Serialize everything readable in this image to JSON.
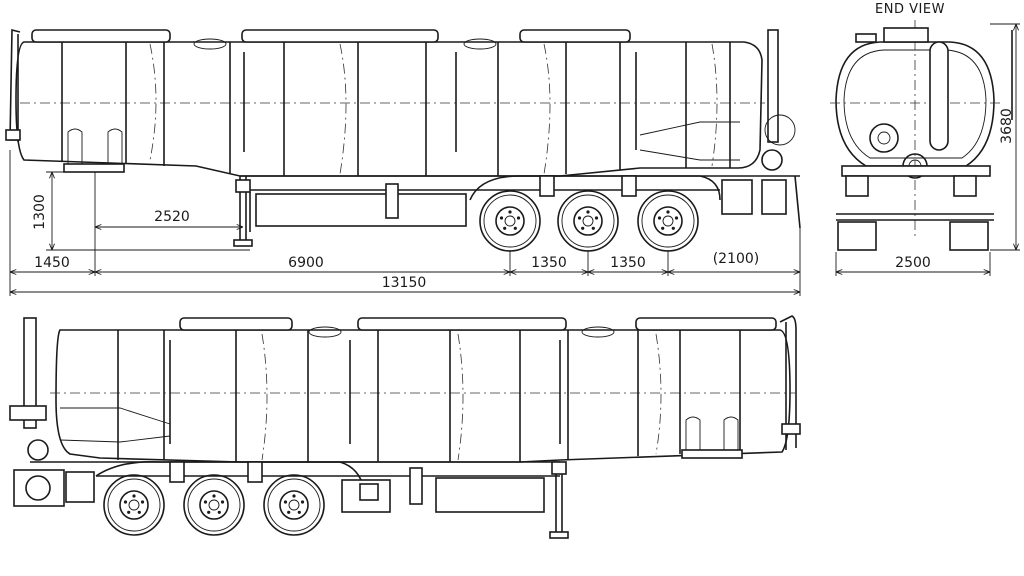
{
  "end_view": {
    "title": "END VIEW",
    "width": "2500",
    "height": "3680"
  },
  "side_view_dims": {
    "d_1300": "1300",
    "d_2520": "2520",
    "d_1450": "1450",
    "d_6900": "6900",
    "d_1350a": "1350",
    "d_1350b": "1350",
    "d_2100": "(2100)",
    "d_13150": "13150"
  }
}
